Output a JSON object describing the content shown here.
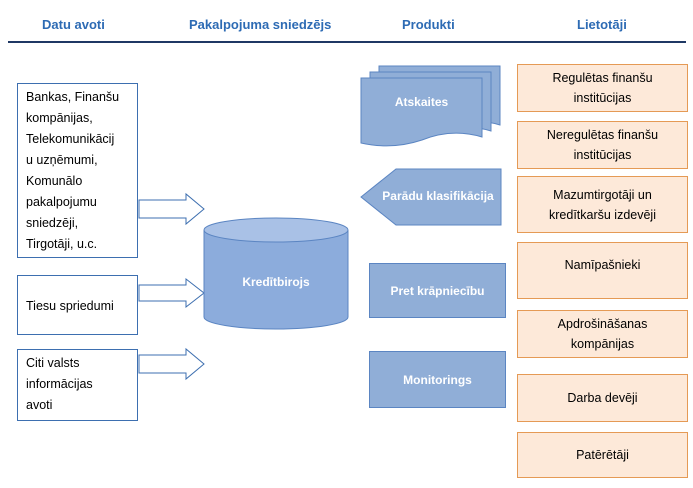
{
  "headers": {
    "data_sources": "Datu avoti",
    "service_provider": "Pakalpojuma sniedzējs",
    "products": "Produkti",
    "users": "Lietotāji"
  },
  "sources": [
    "Bankas, Finanšu\nkompānijas,\nTelekomunikācij\nu uzņēmumi,\nKomunālo\npakalpojumu\nsniedzēji,\nTirgotāji, u.c.",
    "Tiesu spriedumi",
    "Citi valsts\ninformācijas\navoti"
  ],
  "provider": {
    "label": "Kredītbirojs"
  },
  "products": {
    "reports": "Atskaites",
    "debt_classification": "Parādu klasifikācija",
    "anti_fraud": "Pret krāpniecību",
    "monitoring": "Monitorings"
  },
  "users": [
    "Regulētas finanšu\ninstitūcijas",
    "Neregulētas finanšu\ninstitūcijas",
    "Mazumtirgotāji un\nkredītkaršu izdevēji",
    "Namīpašnieki",
    "Apdrošināšanas\nkompānijas",
    "Darba devēji",
    "Patērētāji"
  ],
  "colors": {
    "header_text": "#2d6bb4",
    "rule": "#1f3864",
    "source_border": "#3d6fb0",
    "provider_fill": "#8cacdc",
    "product_fill": "#90aed7",
    "user_fill": "#fde9d9",
    "user_border": "#e59a55"
  }
}
